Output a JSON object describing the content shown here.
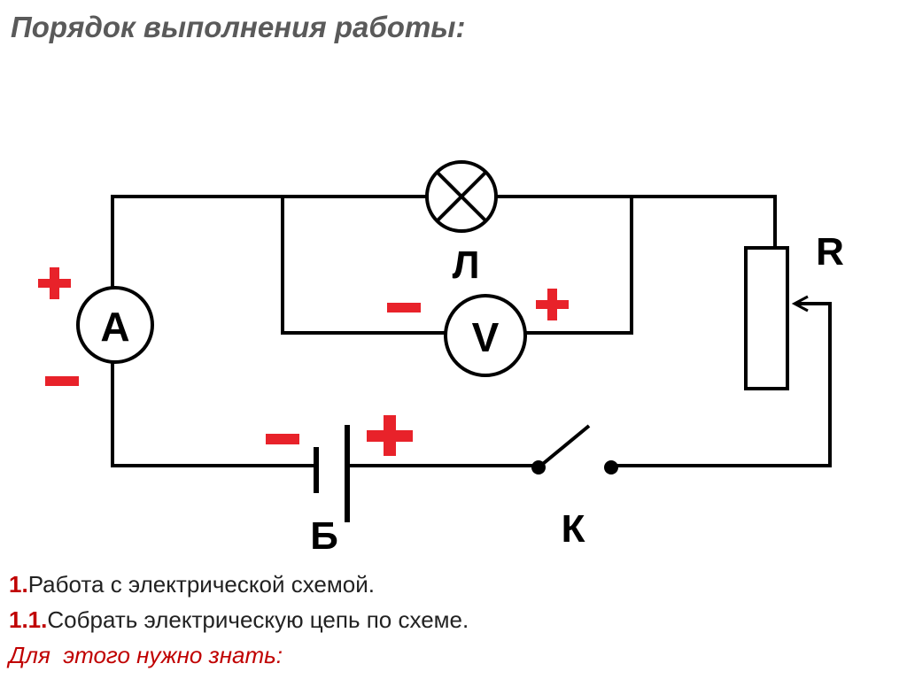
{
  "title": "Порядок выполнения работы:",
  "diagram": {
    "ammeter_letter": "A",
    "voltmeter_letter": "V",
    "lamp_label": "Л",
    "rheostat_label": "R",
    "battery_label": "Б",
    "switch_label": "К",
    "plus_sign": "+",
    "minus_sign": "−"
  },
  "steps": [
    {
      "number": "1.",
      "text": "Работа с электрической схемой."
    },
    {
      "number": "1.1.",
      "text": "Собрать электрическую цепь по схеме."
    }
  ],
  "note": "Для  этого нужно знать:",
  "colors": {
    "title": "#5a5a5a",
    "accent": "#c00000",
    "sign": "#e8222a",
    "line": "#000000",
    "text": "#222222"
  }
}
